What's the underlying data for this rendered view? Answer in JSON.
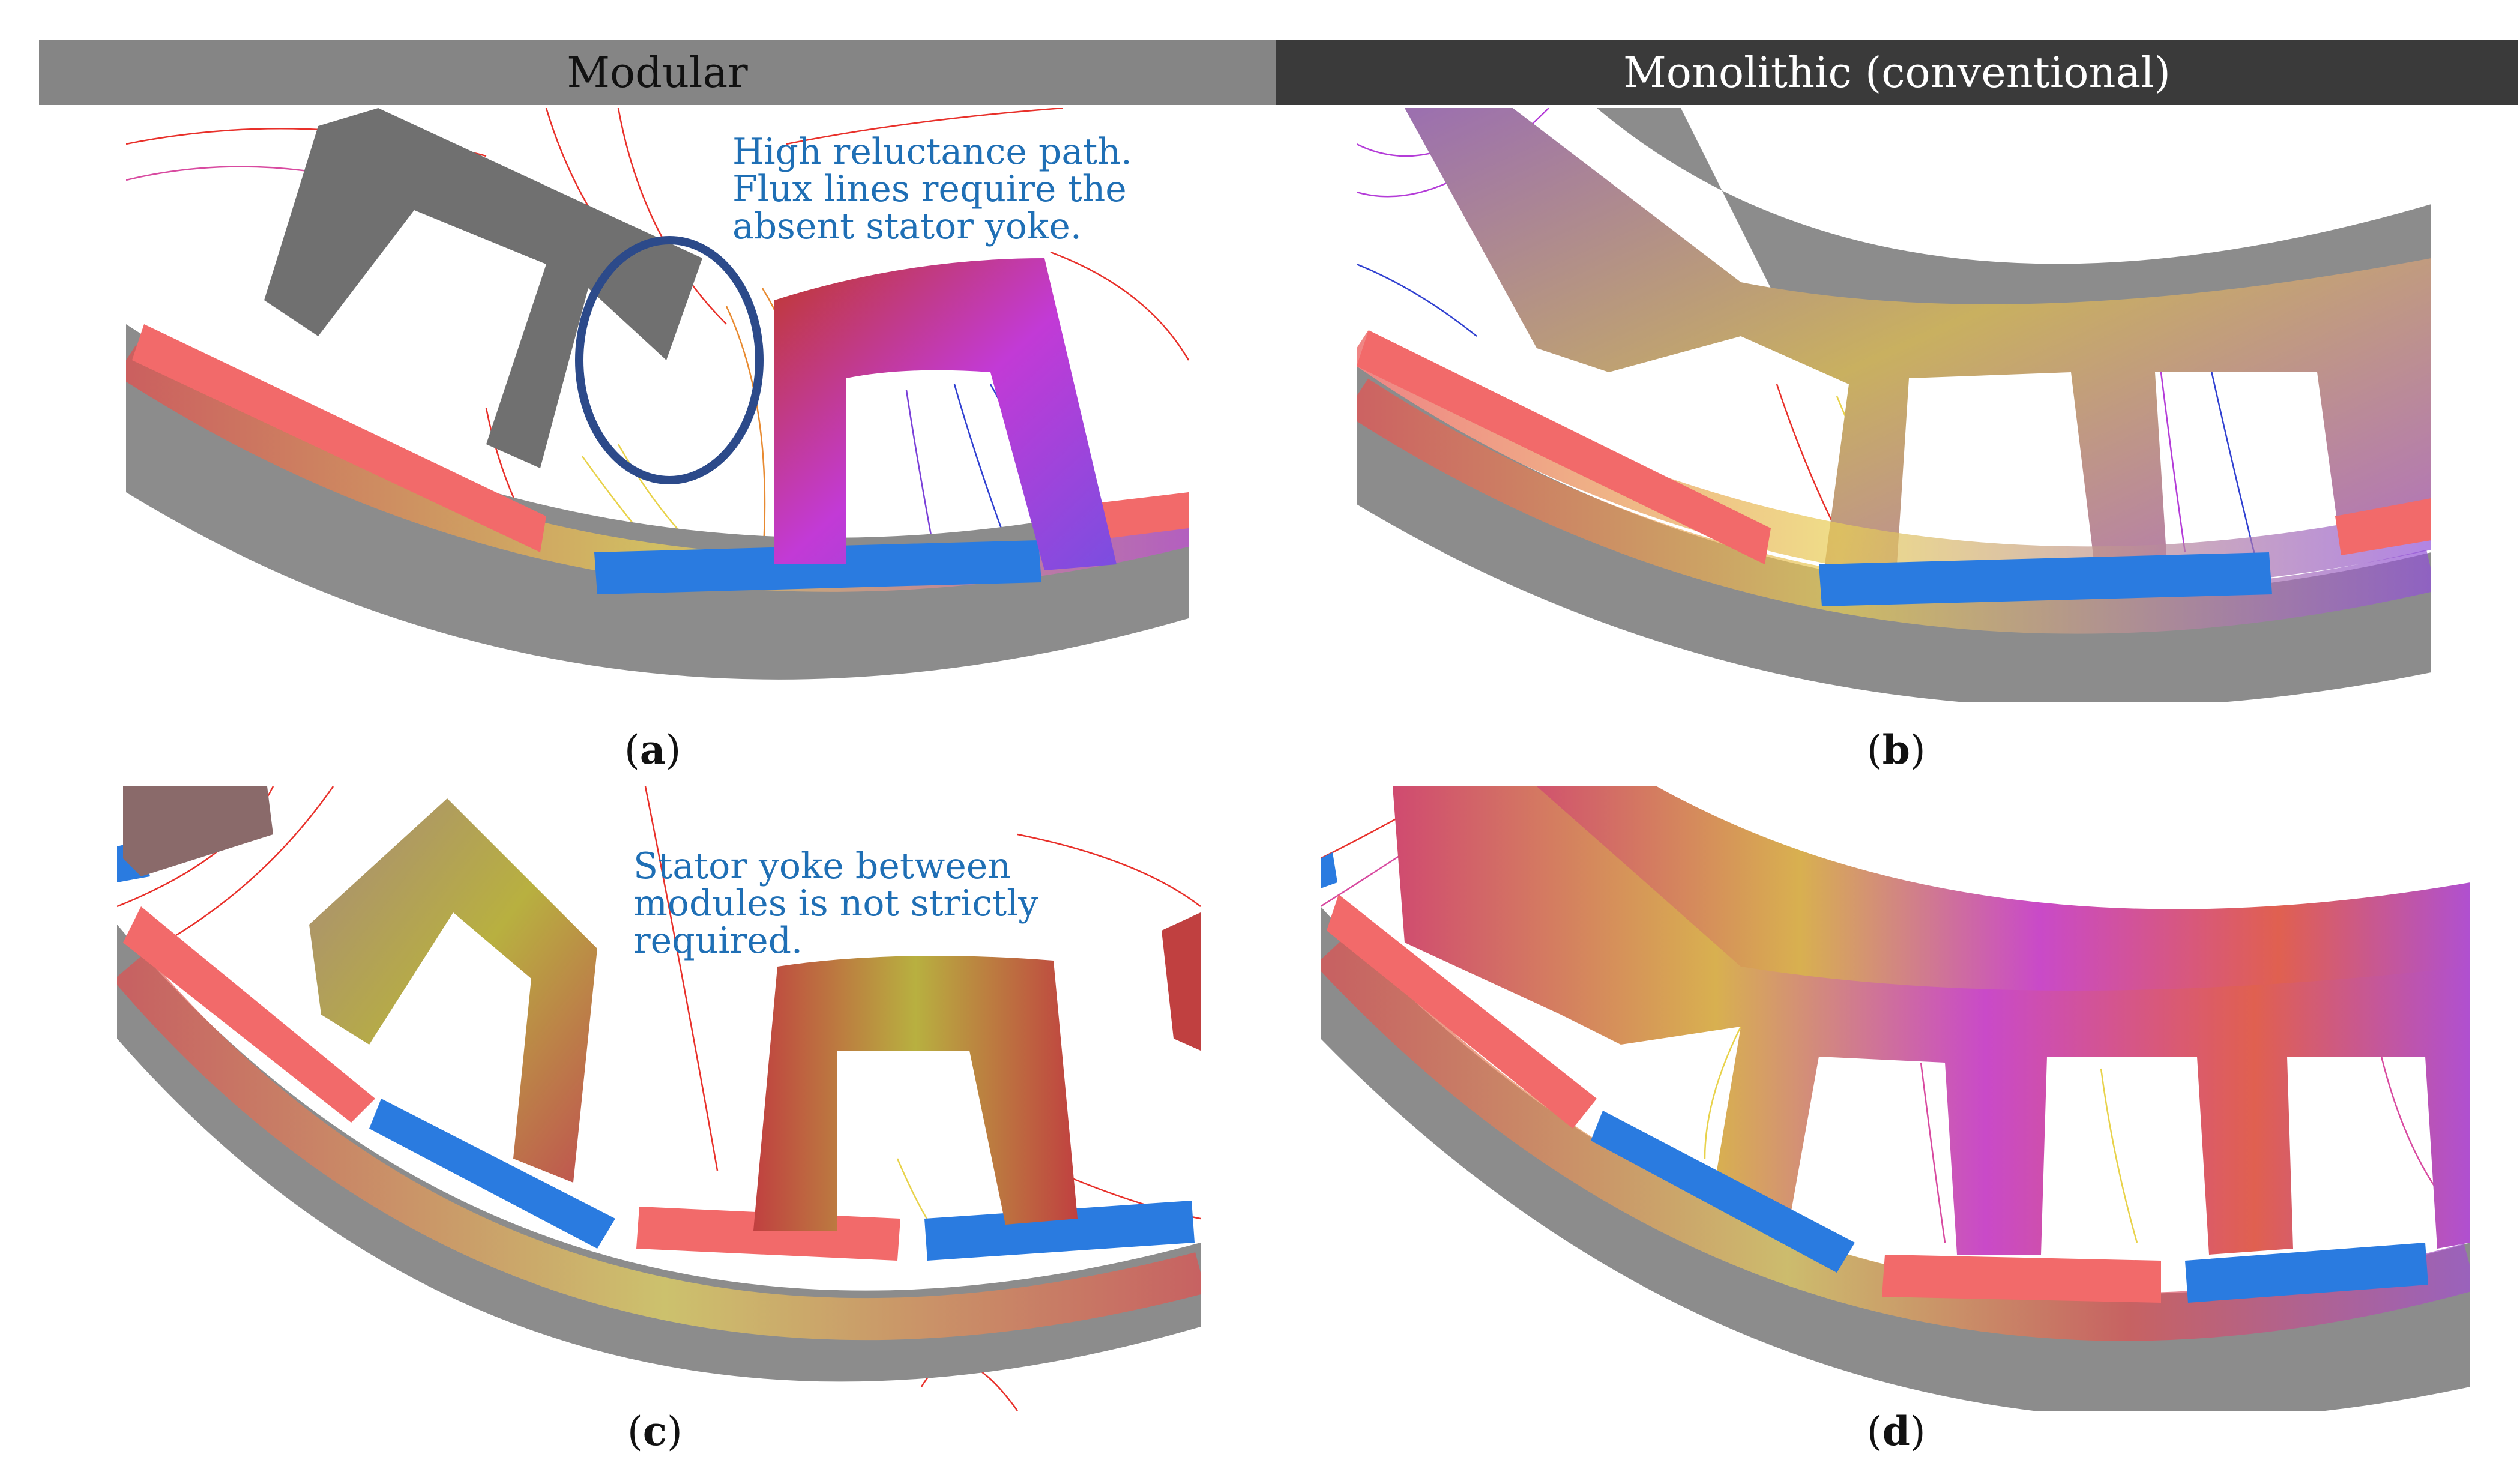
{
  "headers": {
    "left": "Modular",
    "right": "Monolithic (conventional)"
  },
  "captions": {
    "a": "a",
    "b": "b",
    "c": "c",
    "d": "d"
  },
  "annotations": {
    "a": "High reluctance path.\nFlux lines require the\nabsent stator yoke.",
    "c": "Stator yoke between\nmodules is not strictly\nrequired."
  },
  "colors": {
    "steel": "#8c8c8c",
    "magnet_north": "#f26a6a",
    "magnet_south": "#2a7be0",
    "flux_red": "#e8302a",
    "flux_yellow": "#e8d24a",
    "flux_purple": "#b43cd8",
    "flux_blue": "#3040d0",
    "annotation_blue": "#1f6fb5",
    "highlight_ellipse": "#2c4a8a"
  }
}
